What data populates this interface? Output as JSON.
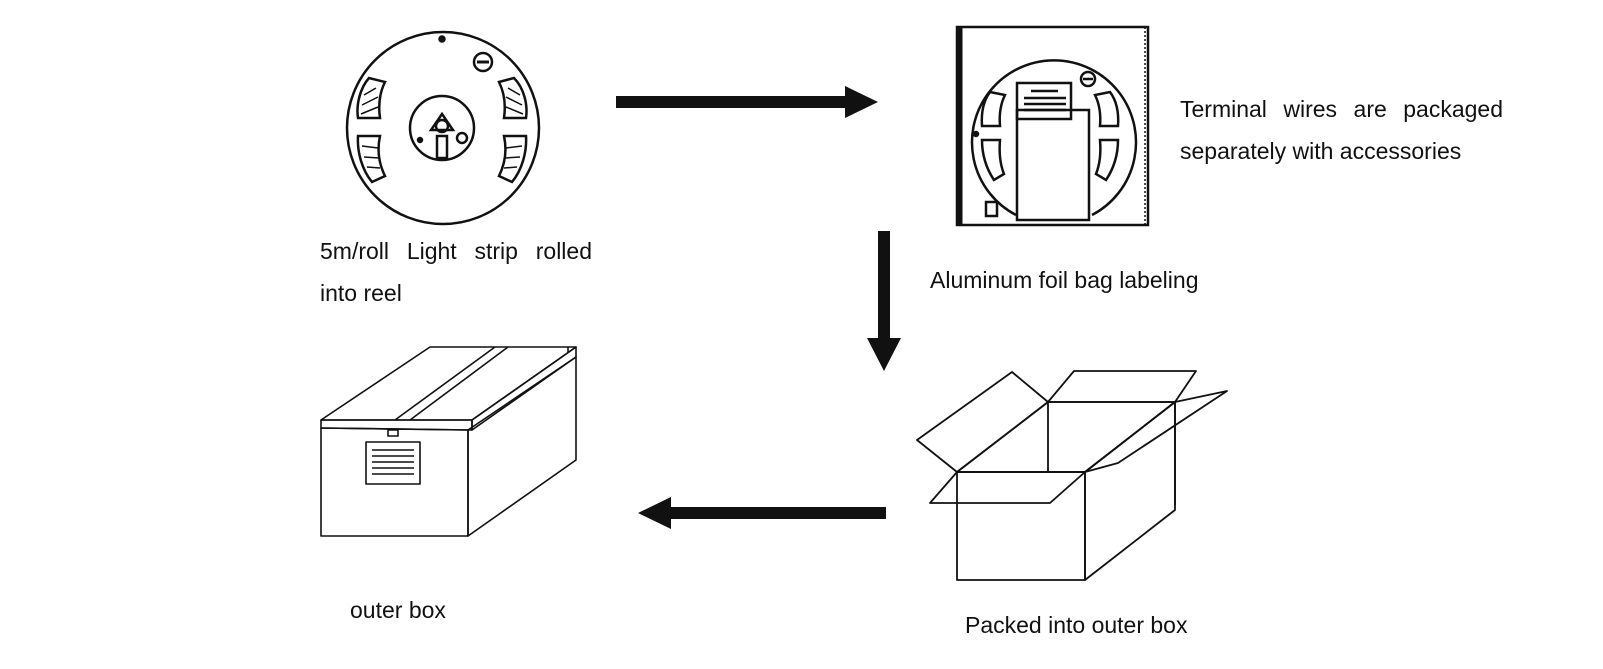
{
  "labels": {
    "reel": "5m/roll Light strip rolled into reel",
    "terminal_wires": "Terminal wires are packaged separately with accessories",
    "foil_bag": "Aluminum foil bag labeling",
    "packed": "Packed into outer box",
    "outer_box": "outer box"
  },
  "steps": [
    {
      "id": "reel",
      "icon": "tape-reel-icon"
    },
    {
      "id": "foil_bag",
      "icon": "foil-bag-icon"
    },
    {
      "id": "open_box",
      "icon": "open-box-icon"
    },
    {
      "id": "outer_box",
      "icon": "sealed-box-icon"
    }
  ],
  "colors": {
    "ink": "#111111",
    "background": "#ffffff"
  }
}
